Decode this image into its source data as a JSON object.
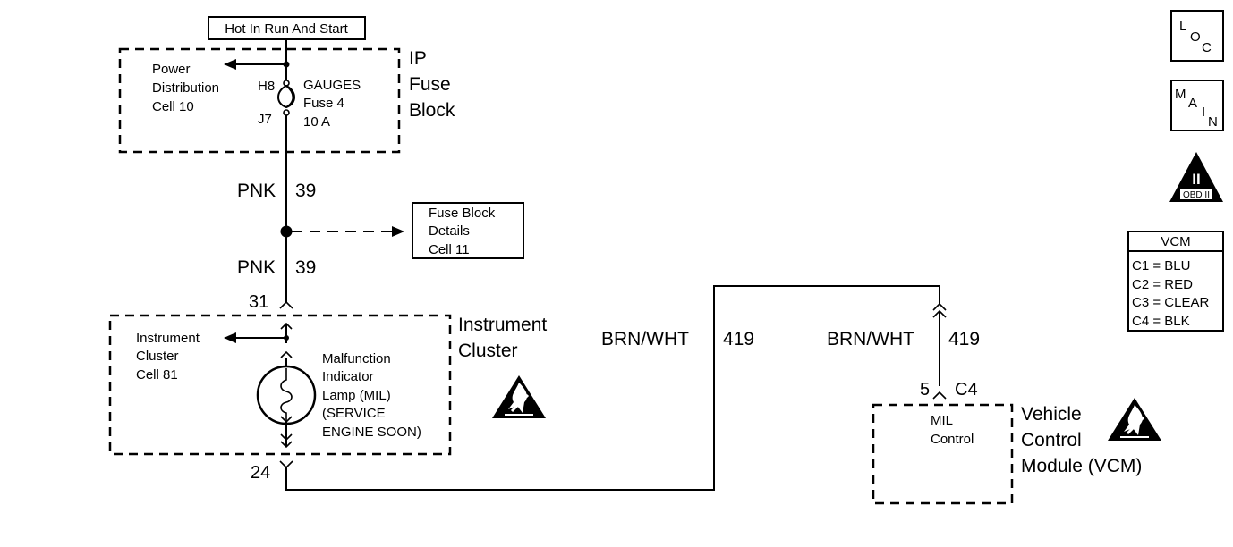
{
  "power_label": "Hot In Run And Start",
  "ip_fuse_block": {
    "line1": "IP",
    "line2": "Fuse",
    "line3": "Block"
  },
  "power_distribution": {
    "line1": "Power",
    "line2": "Distribution",
    "line3": "Cell 10"
  },
  "fuse": {
    "top_pin": "H8",
    "bottom_pin": "J7",
    "name": "GAUGES",
    "number": "Fuse 4",
    "rating": "10 A"
  },
  "wire_upper": {
    "color": "PNK",
    "circuit": "39"
  },
  "wire_lower": {
    "color": "PNK",
    "circuit": "39"
  },
  "fuse_block_details": {
    "line1": "Fuse Block",
    "line2": "Details",
    "line3": "Cell 11"
  },
  "instrument_cluster": {
    "pin_top": "31",
    "pin_bottom": "24",
    "title1": "Instrument",
    "title2": "Cluster",
    "ref1": "Instrument",
    "ref2": "Cluster",
    "ref3": "Cell 81"
  },
  "mil_lamp": {
    "line1": "Malfunction",
    "line2": "Indicator",
    "line3": "Lamp (MIL)",
    "line4": "(SERVICE",
    "line5": "ENGINE SOON)"
  },
  "wire_brn_left": {
    "color": "BRN/WHT",
    "circuit": "419"
  },
  "wire_brn_right": {
    "color": "BRN/WHT",
    "circuit": "419"
  },
  "vcm_connector": {
    "pin": "5",
    "connector": "C4"
  },
  "mil_control": {
    "line1": "MIL",
    "line2": "Control"
  },
  "vcm_module": {
    "line1": "Vehicle",
    "line2": "Control",
    "line3": "Module (VCM)"
  },
  "loc_symbol": {
    "l1": "L",
    "l2": "O",
    "l3": "C"
  },
  "main_symbol": {
    "l1": "M",
    "l2": "A",
    "l3": "I",
    "l4": "N"
  },
  "obd_symbol": {
    "numeral": "II",
    "text": "OBD II"
  },
  "vcm_legend": {
    "title": "VCM",
    "rows": [
      "C1 = BLU",
      "C2 = RED",
      "C3 = CLEAR",
      "C4 = BLK"
    ]
  }
}
